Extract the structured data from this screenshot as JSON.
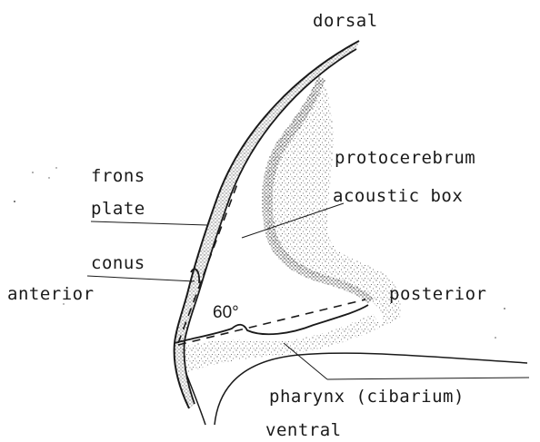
{
  "labels": {
    "dorsal": "dorsal",
    "protocerebrum": "protocerebrum",
    "frons": "frons",
    "plate": "plate",
    "acoustic_box": "acoustic box",
    "conus": "conus",
    "anterior": "anterior",
    "angle": "60°",
    "posterior": "posterior",
    "pharynx": "pharynx (cibarium)",
    "ventral": "ventral"
  }
}
